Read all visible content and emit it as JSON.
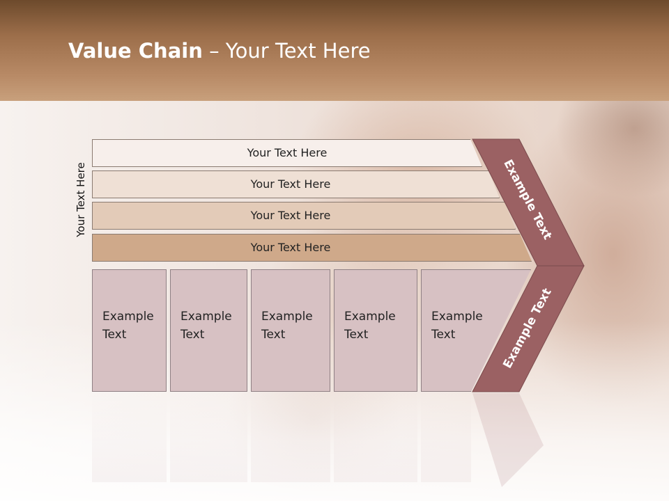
{
  "title": {
    "bold": "Value Chain",
    "rest": " – Your Text Here"
  },
  "side_label": "Your Text Here",
  "bands": [
    {
      "label": "Your Text Here",
      "color": "#f7efeb"
    },
    {
      "label": "Your Text Here",
      "color": "#efe0d5"
    },
    {
      "label": "Your Text Here",
      "color": "#e3cbb8"
    },
    {
      "label": "Your Text Here",
      "color": "#cfa98a"
    }
  ],
  "boxes": [
    {
      "line1": "Example",
      "line2": "Text"
    },
    {
      "line1": "Example",
      "line2": "Text"
    },
    {
      "line1": "Example",
      "line2": "Text"
    },
    {
      "line1": "Example",
      "line2": "Text"
    },
    {
      "line1": "Example",
      "line2": "Text"
    }
  ],
  "chevrons": [
    {
      "label": "Example Text",
      "color": "#9b6163"
    },
    {
      "label": "Example Text",
      "color": "#9b6163"
    }
  ]
}
